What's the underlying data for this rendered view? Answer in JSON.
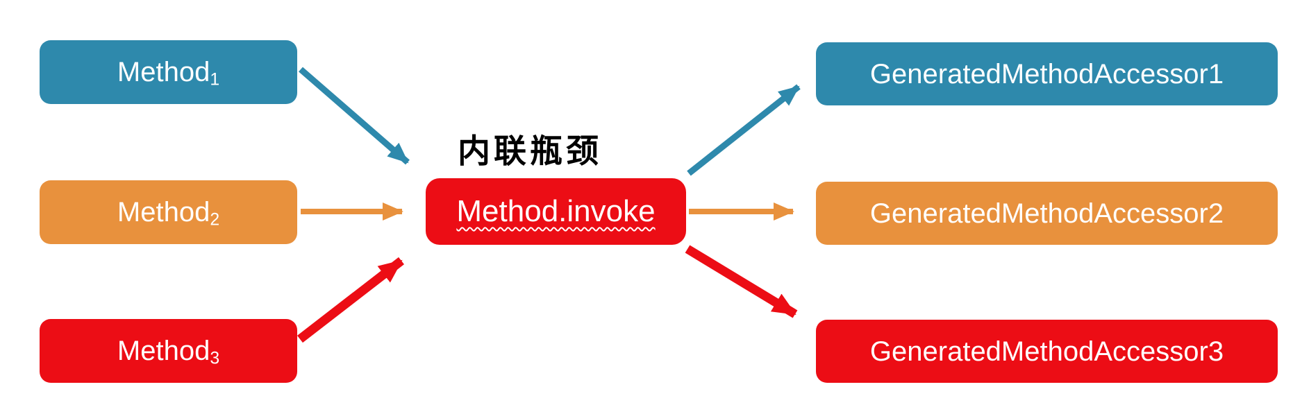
{
  "diagram": {
    "title": "内联瓶颈",
    "colors": {
      "blue": "#2E89AC",
      "orange": "#E8913D",
      "red": "#EC0D15",
      "node_text": "#FFFFFF",
      "title_text": "#000000",
      "background": "#FFFFFF"
    },
    "left_nodes": [
      {
        "label": "Method",
        "subscript": "1",
        "color_name": "blue"
      },
      {
        "label": "Method",
        "subscript": "2",
        "color_name": "orange"
      },
      {
        "label": "Method",
        "subscript": "3",
        "color_name": "red"
      }
    ],
    "center_node": {
      "label": "Method.invoke",
      "color_name": "red",
      "spellcheck_squiggle": true
    },
    "right_nodes": [
      {
        "label": "GeneratedMethodAccessor1",
        "color_name": "blue"
      },
      {
        "label": "GeneratedMethodAccessor2",
        "color_name": "orange"
      },
      {
        "label": "GeneratedMethodAccessor3",
        "color_name": "red"
      }
    ],
    "arrows": [
      {
        "from": "Method1",
        "to": "Method.invoke",
        "color_name": "blue"
      },
      {
        "from": "Method2",
        "to": "Method.invoke",
        "color_name": "orange"
      },
      {
        "from": "Method3",
        "to": "Method.invoke",
        "color_name": "red"
      },
      {
        "from": "Method.invoke",
        "to": "GeneratedMethodAccessor1",
        "color_name": "blue"
      },
      {
        "from": "Method.invoke",
        "to": "GeneratedMethodAccessor2",
        "color_name": "orange"
      },
      {
        "from": "Method.invoke",
        "to": "GeneratedMethodAccessor3",
        "color_name": "red"
      }
    ]
  }
}
